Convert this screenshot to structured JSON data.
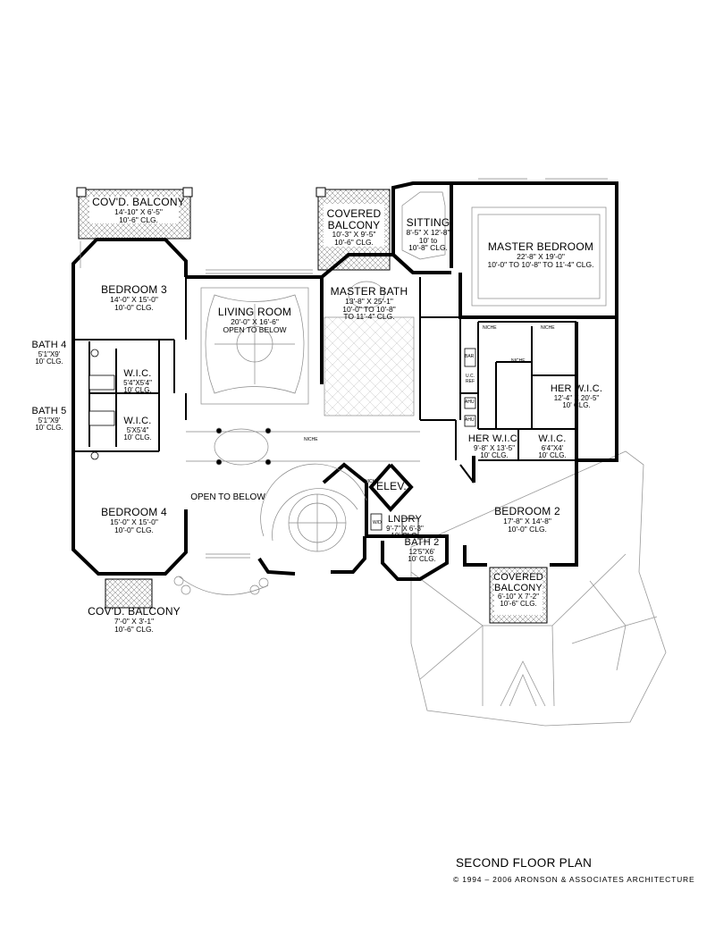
{
  "title": "SECOND FLOOR PLAN",
  "copyright": "© 1994 – 2006 ARONSON & ASSOCIATES ARCHITECTURE",
  "rooms": {
    "covd_balcony_top": {
      "name": "COV'D. BALCONY",
      "dims": "14'-10\" X 6'-5\"",
      "clg": "10'-6\" CLG."
    },
    "covered_balcony_mid": {
      "name1": "COVERED",
      "name2": "BALCONY",
      "dims": "10'-3\" X 9'-5\"",
      "clg": "10'-6\" CLG."
    },
    "sitting": {
      "name": "SITTING",
      "dims": "8'-5\" X 12'-8\"",
      "clg1": "10' to",
      "clg2": "10'-8\" CLG."
    },
    "master_bedroom": {
      "name": "MASTER BEDROOM",
      "dims": "22'-8\" X 19'-0\"",
      "clg": "10'-0\" TO 10'-8\" TO 11'-4\" CLG."
    },
    "bedroom3": {
      "name": "BEDROOM 3",
      "dims": "14'-0\" X 15'-0\"",
      "clg": "10'-0\" CLG."
    },
    "living_room": {
      "name": "LIVING ROOM",
      "dims": "20'-0\" X 16'-6\"",
      "note": "OPEN TO BELOW"
    },
    "master_bath": {
      "name": "MASTER BATH",
      "dims": "13'-8\" X 25'-1\"",
      "clg1": "10'-0\" TO 10'-8\"",
      "clg2": "TO 11'-4\" CLG."
    },
    "bath4": {
      "name": "BATH 4",
      "dims": "5'1\"X9'",
      "clg": "10' CLG."
    },
    "bath5": {
      "name": "BATH 5",
      "dims": "5'1\"X9'",
      "clg": "10' CLG."
    },
    "wic_top": {
      "name": "W.I.C.",
      "dims": "5'4\"X5'4\"",
      "clg": "10' CLG."
    },
    "wic_bottom": {
      "name": "W.I.C.",
      "dims": "5'X5'4\"",
      "clg": "10' CLG."
    },
    "her_wic_right": {
      "name": "HER W.I.C.",
      "dims": "12'-4\" X 20'-5\"",
      "clg": "10' CLG."
    },
    "her_wic_small": {
      "name": "HER W.I.C.",
      "dims": "9'-8\" X 13'-5\"",
      "clg": "10' CLG."
    },
    "wic_small": {
      "name": "W.I.C.",
      "dims": "6'4\"X4'",
      "clg": "10' CLG."
    },
    "bedroom4": {
      "name": "BEDROOM 4",
      "dims": "15'-0\" X 15'-0\"",
      "clg": "10'-0\" CLG."
    },
    "open_below": {
      "name": "OPEN TO BELOW"
    },
    "elev": {
      "name": "ELEV."
    },
    "lndry": {
      "name": "LNDRY",
      "dims": "9'-7\" X 6'-3\"",
      "clg": "10' CLG."
    },
    "bedroom2": {
      "name": "BEDROOM 2",
      "dims": "17'-8\" X 14'-8\"",
      "clg": "10'-0\" CLG."
    },
    "bath2": {
      "name": "BATH 2",
      "dims": "12'5\"X6'",
      "clg": "10' CLG."
    },
    "covered_balcony_right": {
      "name1": "COVERED",
      "name2": "BALCONY",
      "dims": "6'-10\" X 7'-2\"",
      "clg": "10'-6\" CLG."
    },
    "covd_balcony_bottom": {
      "name": "COV'D. BALCONY",
      "dims": "7'-0\" X 3'-1\"",
      "clg": "10'-6\" CLG."
    }
  },
  "annotations": {
    "niche": "NICHE",
    "ahu": "AHU",
    "wd": "W/D",
    "bar": "BAR",
    "ref": "U.C. REF"
  }
}
